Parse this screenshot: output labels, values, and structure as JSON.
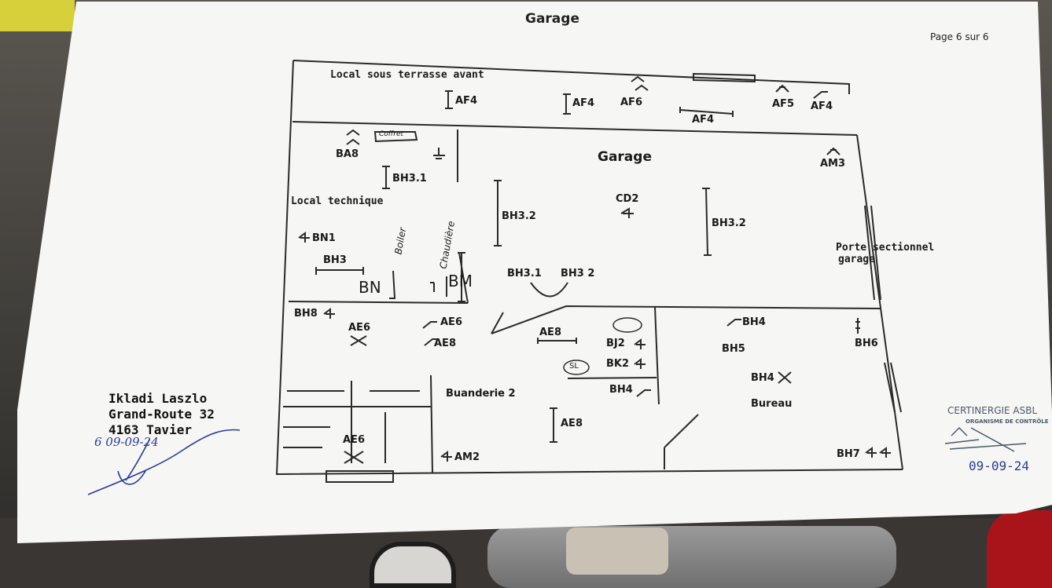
{
  "page": {
    "title": "Garage",
    "page_number": "Page 6 sur 6"
  },
  "rooms": {
    "local_terrasse": "Local sous terrasse avant",
    "garage": "Garage",
    "local_technique": "Local technique",
    "buanderie": "Buanderie 2",
    "bureau": "Bureau",
    "porte_line1": "Porte sectionnel",
    "porte_line2": "garage"
  },
  "labels": {
    "af4_a": "AF4",
    "af4_b": "AF4",
    "af6": "AF6",
    "af4_c": "AF4",
    "af5": "AF5",
    "af4_d": "AF4",
    "ba8": "BA8",
    "bh31_a": "BH3.1",
    "am3": "AM3",
    "bh32_a": "BH3.2",
    "cd2": "CD2",
    "bh32_b": "BH3.2",
    "bn1": "BN1",
    "bh3": "BH3",
    "bh31_b": "BH3.1",
    "bh3_2": "BH3 2",
    "bh8": "BH8",
    "ae6_a": "AE6",
    "ae6_b": "AE6",
    "ae8_a": "AE8",
    "ae8_b": "AE8",
    "bj2": "BJ2",
    "bk2": "BK2",
    "bh4_a": "BH4",
    "bh4_b": "BH4",
    "bh5": "BH5",
    "bh6": "BH6",
    "bh4_c": "BH4",
    "ae8_c": "AE8",
    "ae6_c": "AE6",
    "am2": "AM2",
    "bh7": "BH7"
  },
  "handwritten": {
    "coffret": "Coffret",
    "boiler": "Boiler",
    "chaudiere": "Chaudière",
    "bn": "BN",
    "bm": "BM",
    "sl": "SL"
  },
  "address": {
    "line1": "Ikladi Laszlo",
    "line2": "Grand-Route 32",
    "line3": "4163 Tavier"
  },
  "stamp": {
    "company": "CERTINERGIE ASBL",
    "subtitle": "ORGANISME DE CONTRÔLE",
    "date": "09-09-24"
  },
  "signature": {
    "date": "6 09-09-24"
  },
  "colors": {
    "paper": "#f6f6f4",
    "ink": "#1a1a1a",
    "pen": "#2a3a9a"
  },
  "icons": [
    "outlet-symbol",
    "switch-symbol",
    "light-cross-symbol",
    "light-bar-symbol"
  ]
}
